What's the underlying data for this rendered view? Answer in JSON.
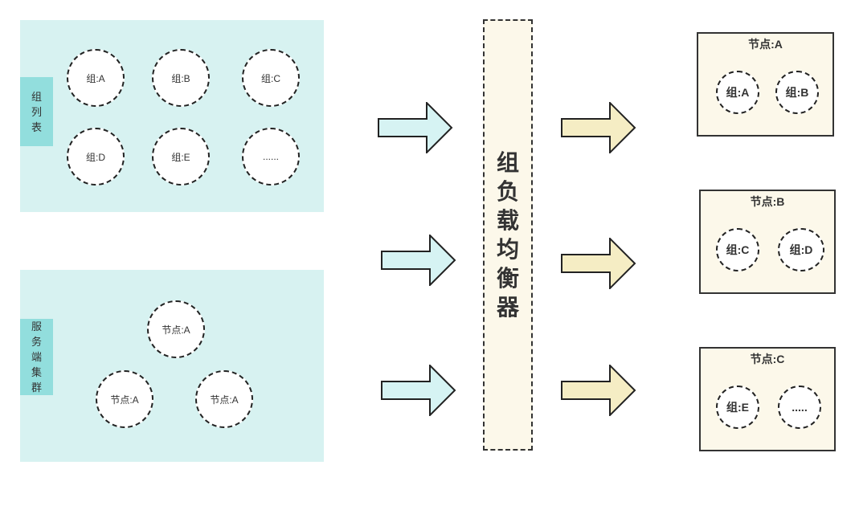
{
  "group_list": {
    "label": "组列表",
    "groups": [
      "组:A",
      "组:B",
      "组:C",
      "组:D",
      "组:E",
      "......"
    ]
  },
  "cluster": {
    "label": "服务端集群",
    "nodes": [
      "节点:A",
      "节点:A",
      "节点:A"
    ]
  },
  "balancer": {
    "label": "组负载均衡器"
  },
  "assignments": [
    {
      "title": "节点:A",
      "groups": [
        "组:A",
        "组:B"
      ]
    },
    {
      "title": "节点:B",
      "groups": [
        "组:C",
        "组:D"
      ]
    },
    {
      "title": "节点:C",
      "groups": [
        "组:E",
        "....."
      ]
    }
  ],
  "colors": {
    "panel": "#d7f2f1",
    "tag": "#92dedd",
    "input_arrow": "#d6f3f3",
    "output_arrow": "#f5edc4",
    "node_box": "#fcf8ea"
  }
}
